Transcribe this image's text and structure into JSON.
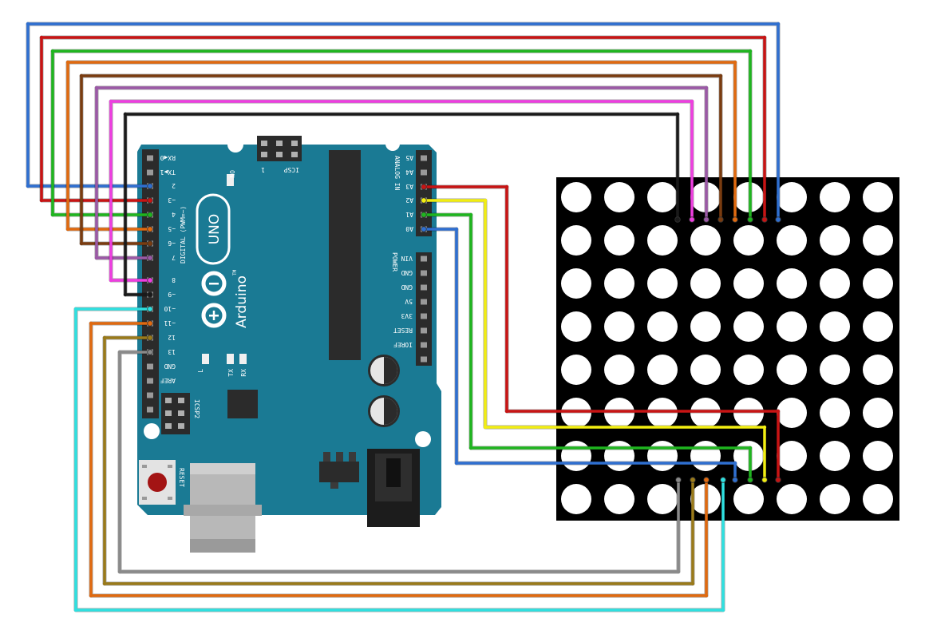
{
  "board": {
    "model_label": "UNO",
    "brand_label": "Arduino",
    "trademark": "TM",
    "on_label": "ON",
    "icsp_label": "ICSP",
    "icsp_pin_one": "1",
    "icsp2_label": "ICSP2",
    "reset_label": "RESET",
    "digital_label": "DIGITAL (PWM=~)",
    "analog_label": "ANALOG IN",
    "power_label": "POWER",
    "led_l": "L",
    "led_tx": "TX",
    "led_rx": "RX",
    "digital_pins": [
      "RX◀0",
      "TX▶1",
      "2",
      "~3",
      "4",
      "~5",
      "~6",
      "7",
      "8",
      "~9",
      "~10",
      "~11",
      "12",
      "13",
      "GND",
      "AREF"
    ],
    "analog_pins": [
      "A5",
      "A4",
      "A3",
      "A2",
      "A1",
      "A0"
    ],
    "power_pins": [
      "VIN",
      "GND",
      "GND",
      "5V",
      "3V3",
      "RESET",
      "IOREF"
    ]
  },
  "matrix": {
    "rows": 8,
    "cols": 8
  },
  "wire_colors": {
    "blue": "#2f6fd0",
    "red": "#c81414",
    "green": "#1fb51f",
    "orange": "#e06a10",
    "brown": "#7a3c10",
    "purple": "#9b59a6",
    "magenta": "#ee3ee0",
    "black": "#1a1a1a",
    "cyan": "#2fe0e0",
    "gold": "#9a7a1a",
    "gray": "#8a8a8a",
    "yellow": "#f2ee12"
  },
  "colors": {
    "pcb": "#1a7a94",
    "matrix_body": "#000000",
    "led_off": "#ffffff",
    "header": "#2b2b2b"
  }
}
